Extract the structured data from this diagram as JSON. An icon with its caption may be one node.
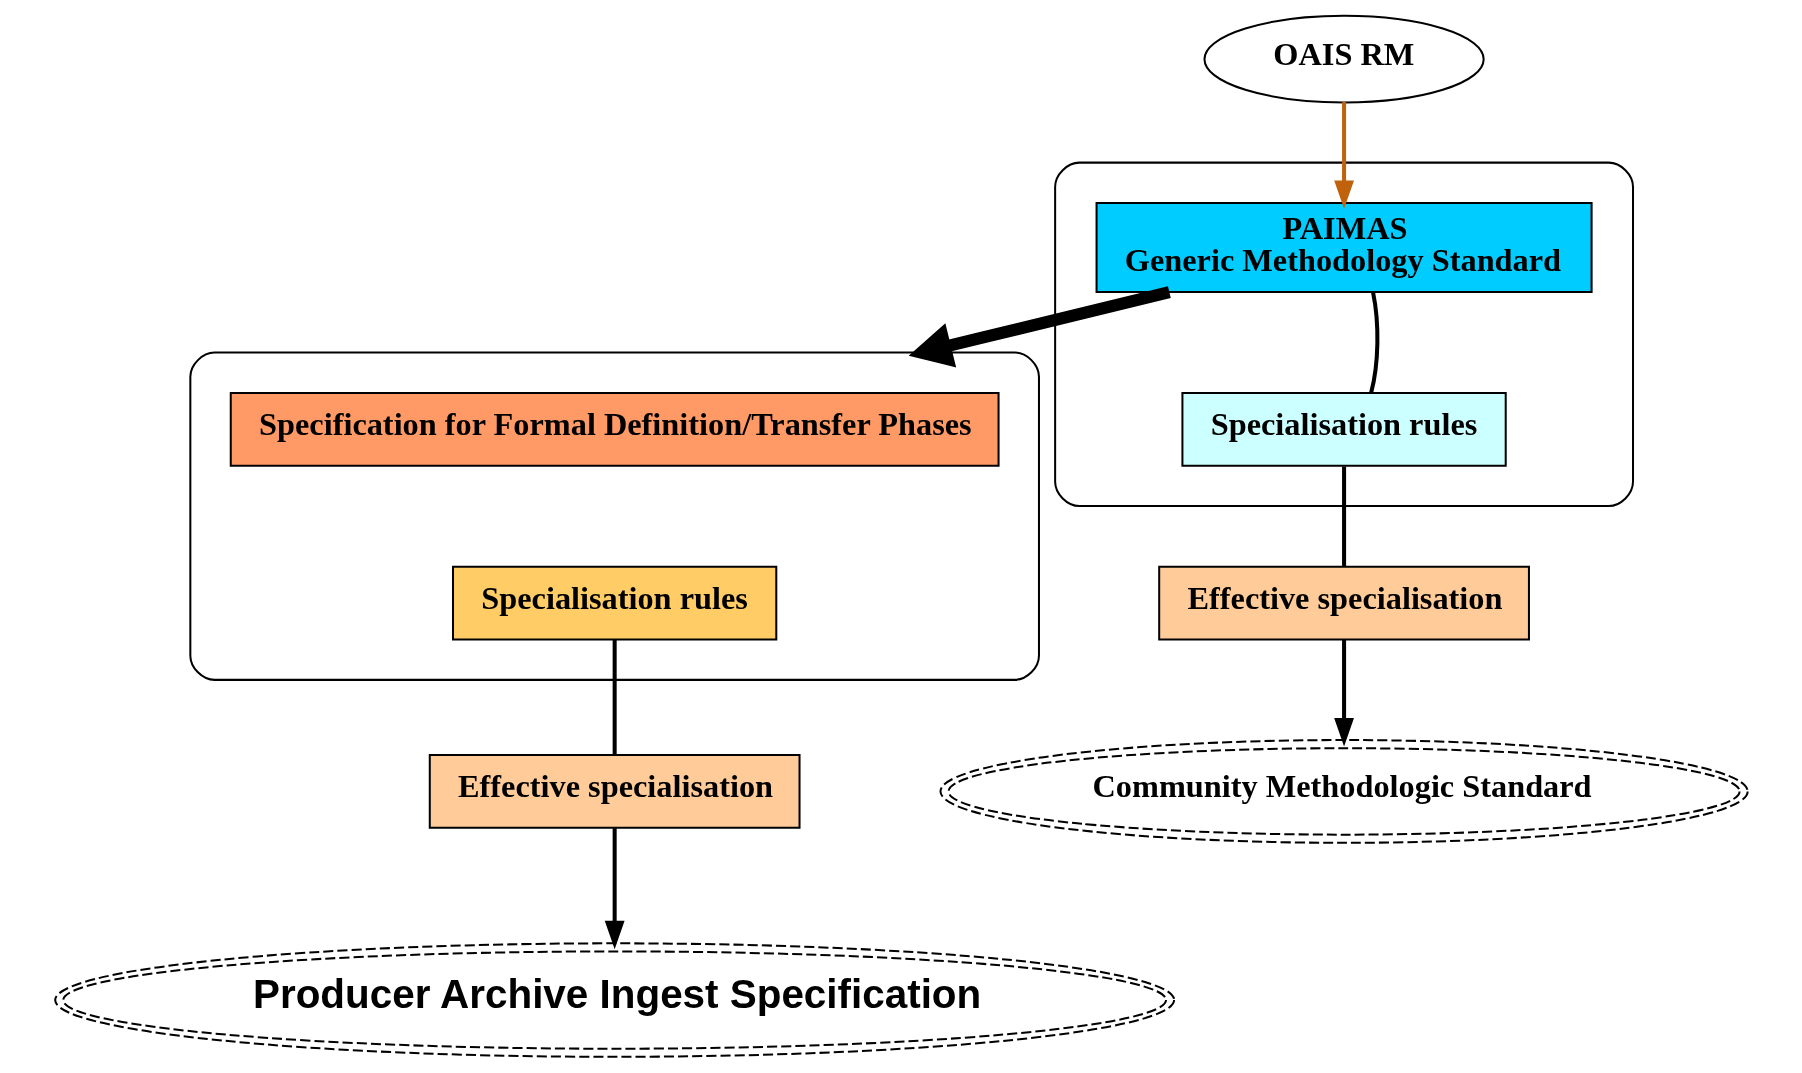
{
  "diagram": {
    "nodes": [
      {
        "text": [
          "OAIS RM"
        ]
      },
      {
        "text": [],
        "shape": "box"
      },
      {
        "text": [
          "PAIMAS",
          "Generic Methodology Standard"
        ],
        "in": 1
      },
      {
        "text": [
          "Specialisation rules"
        ],
        "in": 1
      },
      {
        "text": [],
        "shape": "box"
      },
      {
        "text": [
          "Specification for Formal Definition/Transfer Phases"
        ],
        "in": 4
      },
      {
        "text": [
          "Specialisation rules"
        ],
        "in": 4
      },
      {
        "text": [
          "Effective specialisation"
        ]
      },
      {
        "text": [
          "Effective specialisation"
        ]
      },
      {
        "text": [
          "Community Methodologic Standard"
        ]
      },
      {
        "text": [
          "Producer Archive Ingest Specification"
        ]
      }
    ],
    "edges": [
      {
        "from": 0,
        "to": 2,
        "arrow": "to",
        "color": "#c0620c"
      },
      {
        "from": 2,
        "to": 4,
        "arrow": "to",
        "style": "thick"
      },
      {
        "from": 2,
        "to": 3,
        "arrow": "none"
      },
      {
        "from": 3,
        "to": 7,
        "arrow": "none"
      },
      {
        "from": 7,
        "to": 9,
        "arrow": "to"
      },
      {
        "from": 6,
        "to": 8,
        "arrow": "none"
      },
      {
        "from": 8,
        "to": 10,
        "arrow": "to"
      }
    ]
  }
}
